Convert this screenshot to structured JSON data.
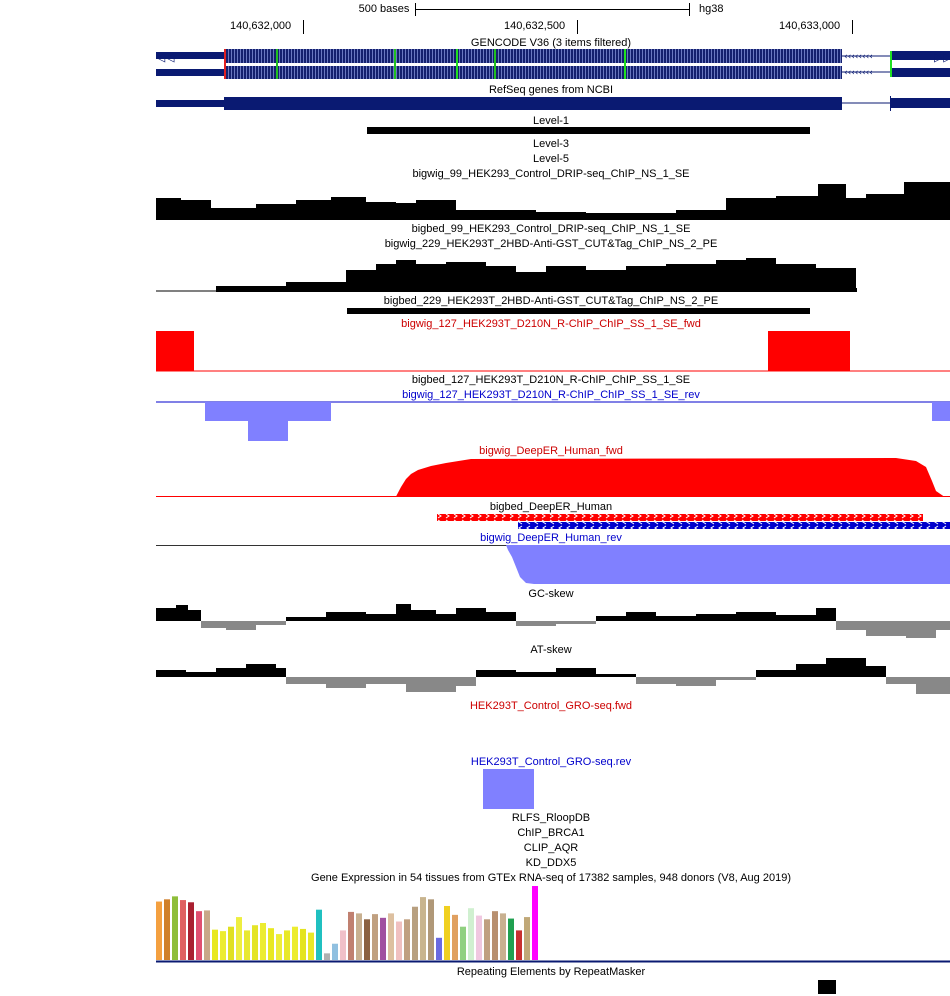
{
  "ruler": {
    "scale_label": "500 bases",
    "assembly": "hg38",
    "positions": [
      "140,632,000",
      "140,632,500",
      "140,633,000"
    ]
  },
  "colors": {
    "navy": "#0a1a72",
    "red": "#ff0000",
    "blue": "#0000cc",
    "light_blue": "#8080ff",
    "gray": "#888888",
    "magenta": "#ff00ff"
  },
  "tracks": {
    "gencode": "GENCODE V36 (3 items filtered)",
    "refseq": "RefSeq genes from NCBI",
    "level1": "Level-1",
    "level3": "Level-3",
    "level5": "Level-5",
    "bigwig_99": "bigwig_99_HEK293_Control_DRIP-seq_ChIP_NS_1_SE",
    "bigbed_99": "bigbed_99_HEK293_Control_DRIP-seq_ChIP_NS_1_SE",
    "bigwig_229": "bigwig_229_HEK293T_2HBD-Anti-GST_CUT&Tag_ChIP_NS_2_PE",
    "bigbed_229": "bigbed_229_HEK293T_2HBD-Anti-GST_CUT&Tag_ChIP_NS_2_PE",
    "bigwig_127_fwd": "bigwig_127_HEK293T_D210N_R-ChIP_ChIP_SS_1_SE_fwd",
    "bigbed_127": "bigbed_127_HEK293T_D210N_R-ChIP_ChIP_SS_1_SE",
    "bigwig_127_rev": "bigwig_127_HEK293T_D210N_R-ChIP_ChIP_SS_1_SE_rev",
    "deeper_fwd": "bigwig_DeepER_Human_fwd",
    "deeper_bed": "bigbed_DeepER_Human",
    "deeper_rev": "bigwig_DeepER_Human_rev",
    "gc_skew": "GC-skew",
    "at_skew": "AT-skew",
    "gro_fwd": "HEK293T_Control_GRO-seq.fwd",
    "gro_rev": "HEK293T_Control_GRO-seq.rev",
    "rlfs": "RLFS_RloopDB",
    "chip_brca1": "ChIP_BRCA1",
    "clip_aqr": "CLIP_AQR",
    "kd_ddx5": "KD_DDX5",
    "gtex": "Gene Expression in 54 tissues from GTEx RNA-seq of 17382 samples, 948 donors (V8, Aug 2019)",
    "repeatmasker": "Repeating Elements by RepeatMasker"
  },
  "gtex_bars": [
    {
      "value": 0.79,
      "color": "#f4a040"
    },
    {
      "value": 0.82,
      "color": "#d0802a"
    },
    {
      "value": 0.86,
      "color": "#8fbe3a"
    },
    {
      "value": 0.81,
      "color": "#e06060"
    },
    {
      "value": 0.78,
      "color": "#aa2030"
    },
    {
      "value": 0.66,
      "color": "#e05070"
    },
    {
      "value": 0.67,
      "color": "#c8a888"
    },
    {
      "value": 0.41,
      "color": "#e8e820"
    },
    {
      "value": 0.39,
      "color": "#ecec30"
    },
    {
      "value": 0.45,
      "color": "#e0e020"
    },
    {
      "value": 0.58,
      "color": "#eeee40"
    },
    {
      "value": 0.4,
      "color": "#e8e830"
    },
    {
      "value": 0.47,
      "color": "#e4e428"
    },
    {
      "value": 0.5,
      "color": "#ecec30"
    },
    {
      "value": 0.43,
      "color": "#e8e820"
    },
    {
      "value": 0.35,
      "color": "#eded38"
    },
    {
      "value": 0.4,
      "color": "#e8e828"
    },
    {
      "value": 0.45,
      "color": "#ecec30"
    },
    {
      "value": 0.42,
      "color": "#e4e420"
    },
    {
      "value": 0.37,
      "color": "#e8e828"
    },
    {
      "value": 0.68,
      "color": "#20c0c0"
    },
    {
      "value": 0.09,
      "color": "#b0b0b0"
    },
    {
      "value": 0.22,
      "color": "#90c0e0"
    },
    {
      "value": 0.4,
      "color": "#f0c0c8"
    },
    {
      "value": 0.65,
      "color": "#c08070"
    },
    {
      "value": 0.63,
      "color": "#c8b090"
    },
    {
      "value": 0.55,
      "color": "#8a6040"
    },
    {
      "value": 0.62,
      "color": "#c0a080"
    },
    {
      "value": 0.57,
      "color": "#a050a0"
    },
    {
      "value": 0.63,
      "color": "#ddc0a0"
    },
    {
      "value": 0.52,
      "color": "#f0c0c0"
    },
    {
      "value": 0.55,
      "color": "#c0a080"
    },
    {
      "value": 0.72,
      "color": "#b8a080"
    },
    {
      "value": 0.85,
      "color": "#c8b48e"
    },
    {
      "value": 0.82,
      "color": "#b09878"
    },
    {
      "value": 0.3,
      "color": "#6a6ae0"
    },
    {
      "value": 0.73,
      "color": "#f0d020"
    },
    {
      "value": 0.61,
      "color": "#e0a060"
    },
    {
      "value": 0.45,
      "color": "#90d080"
    },
    {
      "value": 0.7,
      "color": "#d0f0d0"
    },
    {
      "value": 0.6,
      "color": "#f0c8e0"
    },
    {
      "value": 0.55,
      "color": "#c0a080"
    },
    {
      "value": 0.66,
      "color": "#b89070"
    },
    {
      "value": 0.63,
      "color": "#c8b090"
    },
    {
      "value": 0.56,
      "color": "#20a050"
    },
    {
      "value": 0.4,
      "color": "#c83030"
    },
    {
      "value": 0.58,
      "color": "#c0a878"
    },
    {
      "value": 1.0,
      "color": "#ff00ff"
    }
  ]
}
